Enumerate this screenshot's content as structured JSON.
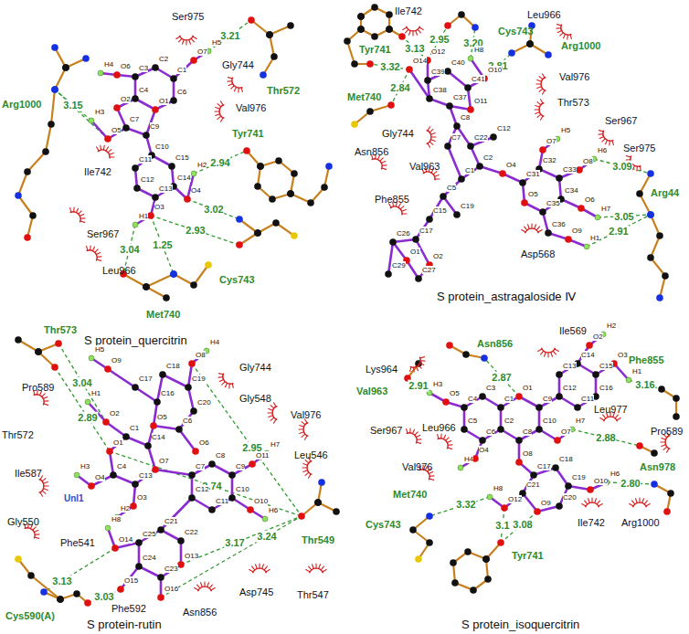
{
  "diagram": {
    "labels": [
      "Ser975",
      "Thr572",
      "3.21",
      "Gly744",
      "Val976",
      "Tyr741",
      "2.94",
      "Arg1000",
      "3.15",
      "Ile742",
      "3.02",
      "2.93",
      "1.25",
      "3.04",
      "Cys743",
      "Ser967",
      "Leu966",
      "Met740",
      "S protein_quercitrin",
      "H4",
      "O6",
      "C3",
      "C2",
      "C1",
      "O7",
      "H5",
      "C6",
      "O1",
      "C4",
      "O2",
      "C7",
      "O5",
      "H3",
      "C9",
      "C10",
      "C11",
      "C12",
      "C13",
      "C14",
      "C15",
      "O4",
      "H2",
      "O3",
      "H1",
      "Ile742",
      "Leu966",
      "Cys743",
      "Tyr741",
      "Arg1000",
      "3.13",
      "3.20",
      "3.32",
      "2.95",
      "2.81",
      "Val976",
      "Met740",
      "2.84",
      "Thr573",
      "Gly744",
      "Ser967",
      "Asn856",
      "Val963",
      "Ser975",
      "Phe855",
      "3.09",
      "3.05",
      "2.91",
      "Arg44",
      "Asp568",
      "S protein_astragaloside Ⅳ",
      "O14",
      "O12",
      "C39",
      "C40",
      "H8",
      "O10",
      "C41",
      "O11",
      "C37",
      "C38",
      "C8",
      "C7",
      "C22",
      "C12",
      "C2",
      "O4",
      "C1",
      "C5",
      "C19",
      "C15",
      "C17",
      "C26",
      "O1",
      "O2",
      "C27",
      "C29",
      "C31",
      "C32",
      "O7",
      "H5",
      "C33",
      "O8",
      "H6",
      "C34",
      "O6",
      "H7",
      "C35",
      "O5",
      "C36",
      "O9",
      "H1",
      "Thr573",
      "Gly744",
      "Pro589",
      "3.04",
      "2.89",
      "Gly548",
      "Val976",
      "Thr572",
      "2.95",
      "Leu546",
      "Ile587",
      "Unl1",
      "2.74",
      "Gly550",
      "3.17",
      "Thr549",
      "Phe541",
      "3.24",
      "3.13",
      "Asp745",
      "Thr547",
      "3.03",
      "Cys590(A)",
      "Asn856",
      "Phe592",
      "S protein-rutin",
      "H5",
      "O9",
      "C17",
      "C18",
      "O8",
      "H4",
      "C19",
      "C16",
      "C20",
      "C6",
      "O5",
      "O6",
      "H1",
      "O2",
      "C1",
      "C14",
      "O7",
      "C13",
      "C4",
      "O1",
      "O4",
      "H3",
      "O3",
      "H2",
      "C7",
      "C8",
      "C9",
      "C10",
      "C11",
      "C12",
      "O11",
      "H7",
      "O10",
      "H6",
      "C21",
      "C22",
      "O13",
      "C23",
      "C24",
      "C25",
      "O14",
      "H8",
      "O15",
      "O16",
      "Ile569",
      "Asn856",
      "Lys964",
      "2.87",
      "Phe855",
      "2.91",
      "Val963",
      "3.16",
      "Leu977",
      "Ser967",
      "Leu966",
      "Pro589",
      "2.88",
      "Val976",
      "2.80",
      "Asn978",
      "Met740",
      "3.32",
      "3.1",
      "3.08",
      "Ile742",
      "Arg1000",
      "Cys743",
      "Tyr741",
      "S protein_isoquercitrin",
      "H2",
      "O2",
      "C14",
      "C15",
      "O3",
      "H1",
      "C16",
      "C11",
      "C12",
      "C13",
      "C9",
      "O1",
      "C1",
      "C2",
      "C8",
      "C10",
      "O7",
      "H7",
      "C3",
      "C4",
      "C5",
      "C6",
      "O5",
      "H3",
      "O4",
      "H4",
      "O8",
      "C17",
      "C18",
      "C19",
      "C20",
      "O9",
      "C21",
      "O10",
      "H6",
      "O12",
      "H8"
    ]
  }
}
